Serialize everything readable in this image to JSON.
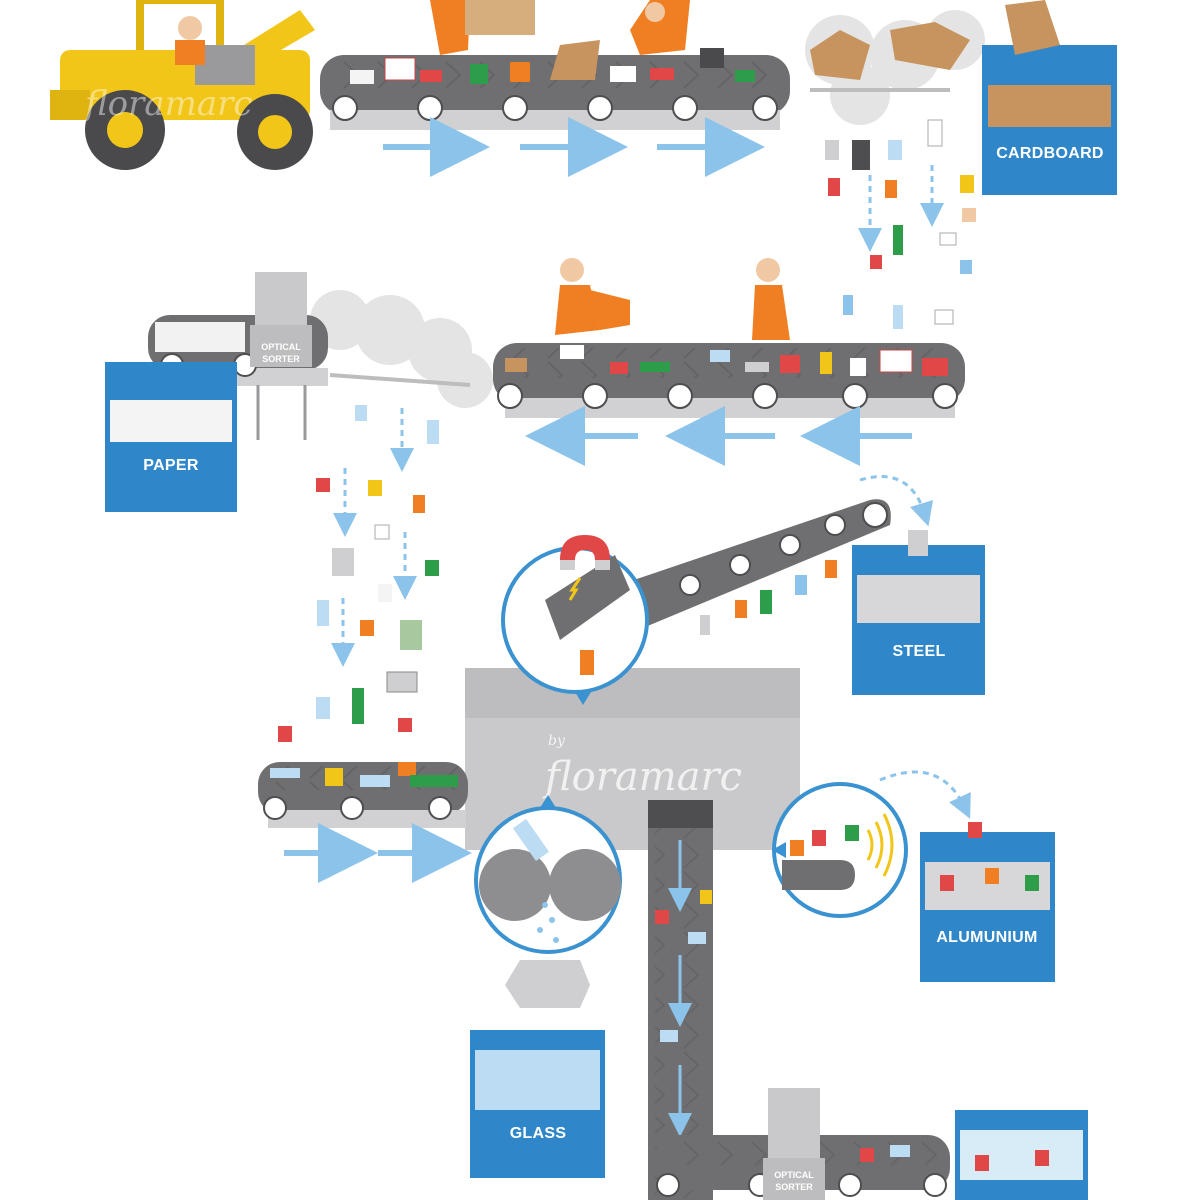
{
  "diagram": {
    "bins": {
      "cardboard": "CARDBOARD",
      "paper": "PAPER",
      "steel": "STEEL",
      "alumunium": "ALUMUNIUM",
      "glass": "GLASS"
    },
    "sorters": {
      "paper_line_line1": "OPTICAL",
      "paper_line_line2": "SORTER",
      "plastic_line_line1": "OPTICAL",
      "plastic_line_line2": "SORTER"
    },
    "watermark": {
      "by": "by",
      "name": "floramarc"
    }
  },
  "colors": {
    "bin_blue": "#2f86c8",
    "belt_gray": "#6f6f71",
    "belt_dark": "#4e4e50",
    "machine_gray": "#c9c9cb",
    "arrow_blue": "#8cc3ea",
    "loader_yellow": "#f2c618",
    "worker_orange": "#ef7f22"
  }
}
